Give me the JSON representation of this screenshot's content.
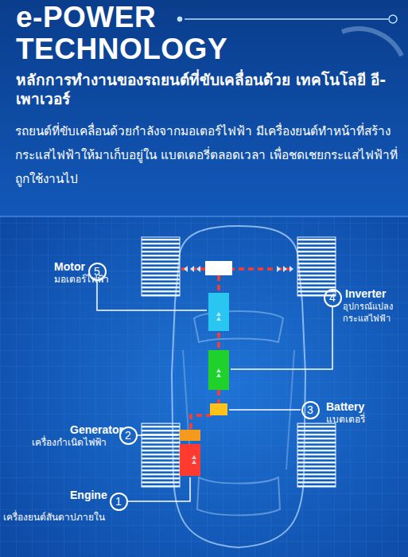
{
  "diagram": {
    "title": "e-POWER TECHNOLOGY",
    "nodes": [
      {
        "text": [
          "5"
        ]
      },
      {
        "text": [
          "4"
        ]
      },
      {
        "text": [
          "3"
        ]
      },
      {
        "text": [
          "2"
        ]
      },
      {
        "text": [
          "1"
        ]
      }
    ],
    "labels": [
      "หลักการทำงานของรถยนต์ที่ขับเคลื่อนด้วย เทคโนโลยี อี-เพาเวอร์",
      "รถยนต์ที่ขับเคลื่อนด้วยกำลังจากมอเตอร์ไฟฟ้า มีเครื่องยนต์ทำหน้าที่สร้างกระแสไฟฟ้าให้มาเก็บอยู่ใน แบตเตอรี่ตลอดเวลา เพื่อชดเชยกระแสไฟฟ้าที่ถูกใช้งานไป",
      "Motor",
      "มอเตอร์ไฟฟ้า",
      "Inverter",
      "อุปกรณ์แปลง กระแสไฟฟ้า",
      "Battery",
      "แบตเตอรี่",
      "Generator",
      "เครื่องกำเนิดไฟฟ้า",
      "Engine",
      "เครื่องยนต์สันดาปภายใน"
    ]
  }
}
